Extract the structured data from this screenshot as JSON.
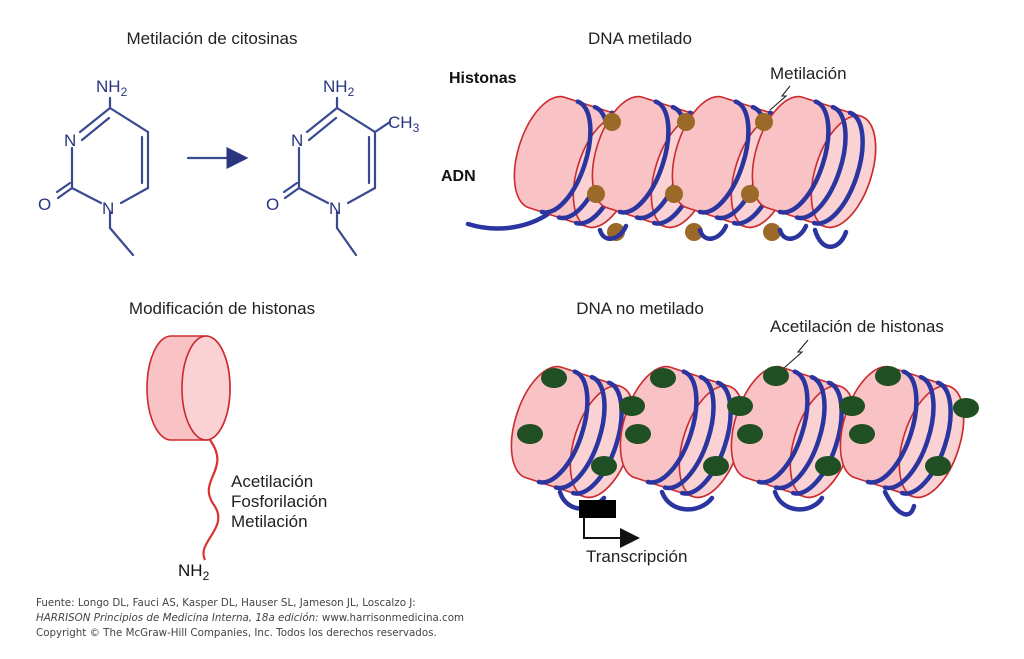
{
  "panels": {
    "cytosine_methylation": {
      "title": "Metilación de citosinas",
      "atoms": {
        "nh2": "NH",
        "nh2_sub": "2",
        "n": "N",
        "o": "O",
        "ch3": "CH",
        "ch3_sub": "3"
      }
    },
    "methylated_dna": {
      "title": "DNA metilado",
      "histones_label": "Histonas",
      "dna_label": "ADN",
      "methylation_label": "Metilación"
    },
    "histone_modification": {
      "title": "Modificación de histonas",
      "modifications": [
        "Acetilación",
        "Fosforilación",
        "Metilación"
      ],
      "nh2": "NH",
      "nh2_sub": "2"
    },
    "unmethylated_dna": {
      "title": "DNA no metilado",
      "acetylation_label": "Acetilación de histonas",
      "transcription_label": "Transcripción"
    }
  },
  "credits": {
    "line1": "Fuente: Longo DL, Fauci AS, Kasper DL, Hauser SL, Jameson JL, Loscalzo J:",
    "line2_italic": "HARRISON Principios de Medicina Interna, 18a edición:",
    "line2_rest": " www.harrisonmedicina.com",
    "line3": "Copyright © The McGraw-Hill Companies, Inc. Todos los derechos reservados."
  },
  "colors": {
    "histone_fill": "#f9c3c6",
    "histone_outline": "#cc2a2f",
    "dna_strand": "#2b35a0",
    "methyl_group": "#9b6a28",
    "acetyl_group": "#1f4f22",
    "bond": "#3a4a8f"
  }
}
